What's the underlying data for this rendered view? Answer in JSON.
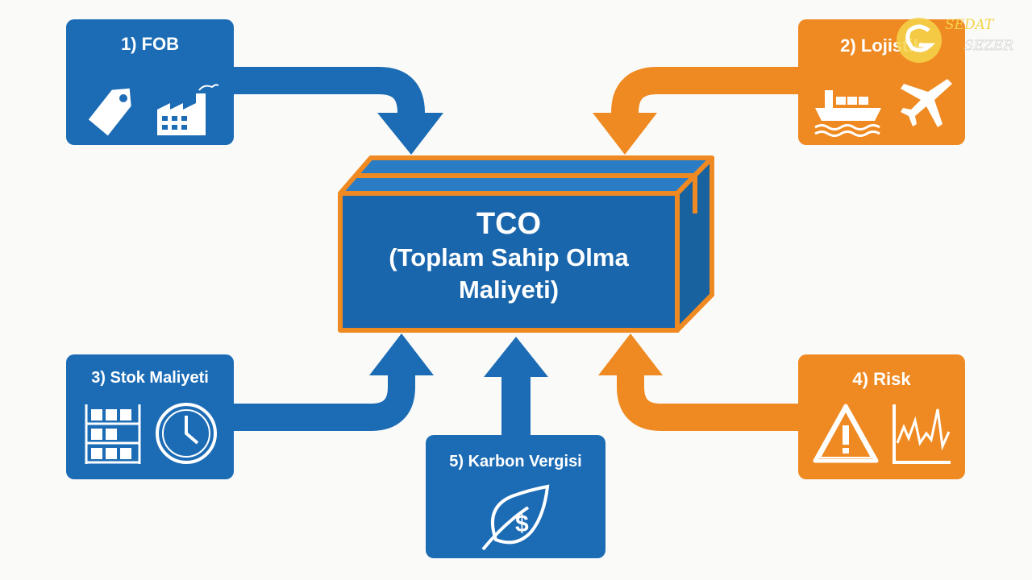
{
  "center": {
    "title": "TCO",
    "subtitle_line1": "(Toplam Sahip Olma",
    "subtitle_line2": "Maliyeti)"
  },
  "cards": [
    {
      "label": "1) FOB",
      "color": "#1c6cb5",
      "icons": [
        "price-tag-icon",
        "factory-icon"
      ]
    },
    {
      "label": "2) Lojistik",
      "color": "#ef8a22",
      "icons": [
        "cargo-ship-icon",
        "airplane-icon"
      ]
    },
    {
      "label": "3) Stok Maliyeti",
      "color": "#1c6cb5",
      "icons": [
        "warehouse-shelf-icon",
        "clock-icon"
      ]
    },
    {
      "label": "4) Risk",
      "color": "#ef8a22",
      "icons": [
        "warning-icon",
        "volatility-chart-icon"
      ]
    },
    {
      "label": "5) Karbon Vergisi",
      "color": "#1c6cb5",
      "icons": [
        "leaf-dollar-icon"
      ]
    }
  ],
  "watermark": {
    "line1": "SEDAT",
    "line2": "SEZER"
  },
  "colors": {
    "blue": "#1c6cb5",
    "orange": "#ef8a22",
    "box_outline": "#ef8a22"
  }
}
